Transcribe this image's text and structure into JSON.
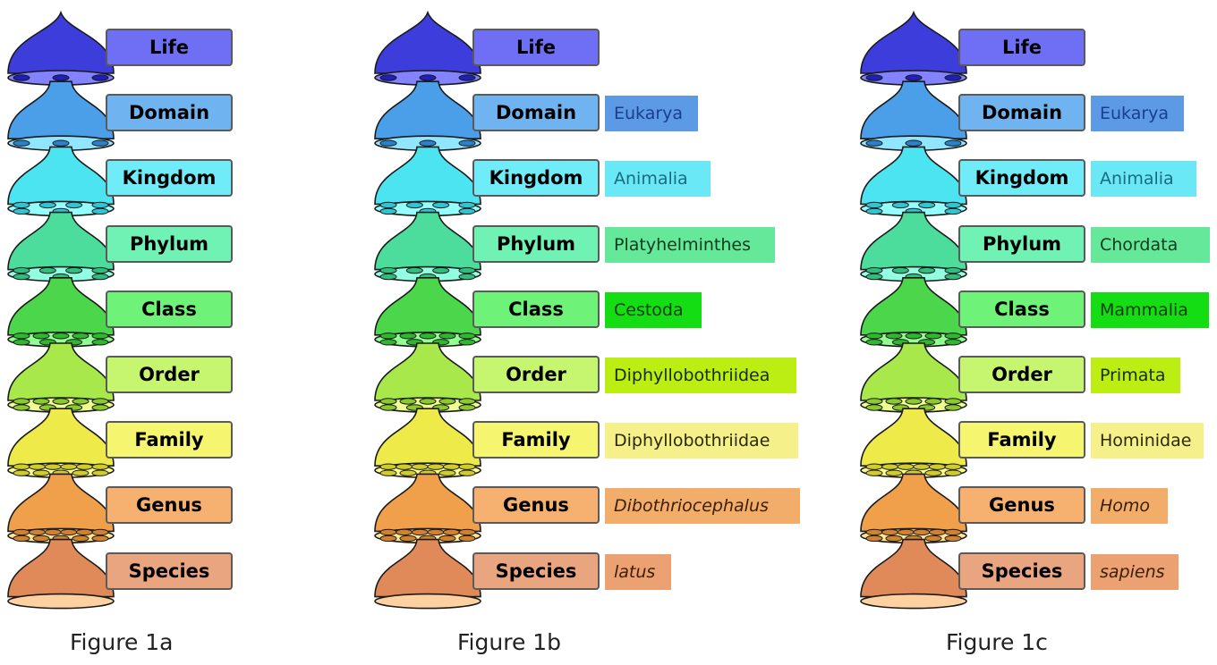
{
  "ranks": [
    {
      "label": "Life",
      "color": "#6f6ff5"
    },
    {
      "label": "Domain",
      "color": "#6fb4f0"
    },
    {
      "label": "Kingdom",
      "color": "#6fecf7"
    },
    {
      "label": "Phylum",
      "color": "#6ff2b4"
    },
    {
      "label": "Class",
      "color": "#6ef278"
    },
    {
      "label": "Order",
      "color": "#c6f56f"
    },
    {
      "label": "Family",
      "color": "#f6f56f"
    },
    {
      "label": "Genus",
      "color": "#f6b06f"
    },
    {
      "label": "Species",
      "color": "#e8a57f"
    }
  ],
  "bell_colors": [
    "#3d3ddc",
    "#4a9fe8",
    "#4de4f2",
    "#4cdc9c",
    "#4cd64c",
    "#a8e84a",
    "#eeea4a",
    "#f0a04a",
    "#e08a5a"
  ],
  "taxon_colors": [
    "",
    "#5c9ae6",
    "#6ae8f5",
    "#66e89a",
    "#14dd14",
    "#bdee14",
    "#f5f08a",
    "#f3ad6b",
    "#eba172"
  ],
  "taxon_text_colors": [
    "",
    "#1a3e8c",
    "#1b6b80",
    "#0d3b1d",
    "#0a3a0a",
    "#1a2a00",
    "#2a2a00",
    "#3a2000",
    "#3a2000"
  ],
  "figures": [
    {
      "caption": "Figure 1a",
      "taxa": []
    },
    {
      "caption": "Figure 1b",
      "taxa": [
        {
          "text": "",
          "italic": false
        },
        {
          "text": "Eukarya",
          "italic": false
        },
        {
          "text": "Animalia",
          "italic": false
        },
        {
          "text": "Platyhelminthes",
          "italic": false
        },
        {
          "text": "Cestoda",
          "italic": false
        },
        {
          "text": "Diphyllobothriidea",
          "italic": false
        },
        {
          "text": "Diphyllobothriidae",
          "italic": false
        },
        {
          "text": "Dibothriocephalus",
          "italic": true
        },
        {
          "text": "latus",
          "italic": true
        }
      ]
    },
    {
      "caption": "Figure 1c",
      "taxa": [
        {
          "text": "",
          "italic": false
        },
        {
          "text": "Eukarya",
          "italic": false
        },
        {
          "text": "Animalia",
          "italic": false
        },
        {
          "text": "Chordata",
          "italic": false
        },
        {
          "text": "Mammalia",
          "italic": false
        },
        {
          "text": "Primata",
          "italic": false
        },
        {
          "text": "Hominidae",
          "italic": false
        },
        {
          "text": "Homo",
          "italic": true
        },
        {
          "text": "sapiens",
          "italic": true
        }
      ]
    }
  ]
}
